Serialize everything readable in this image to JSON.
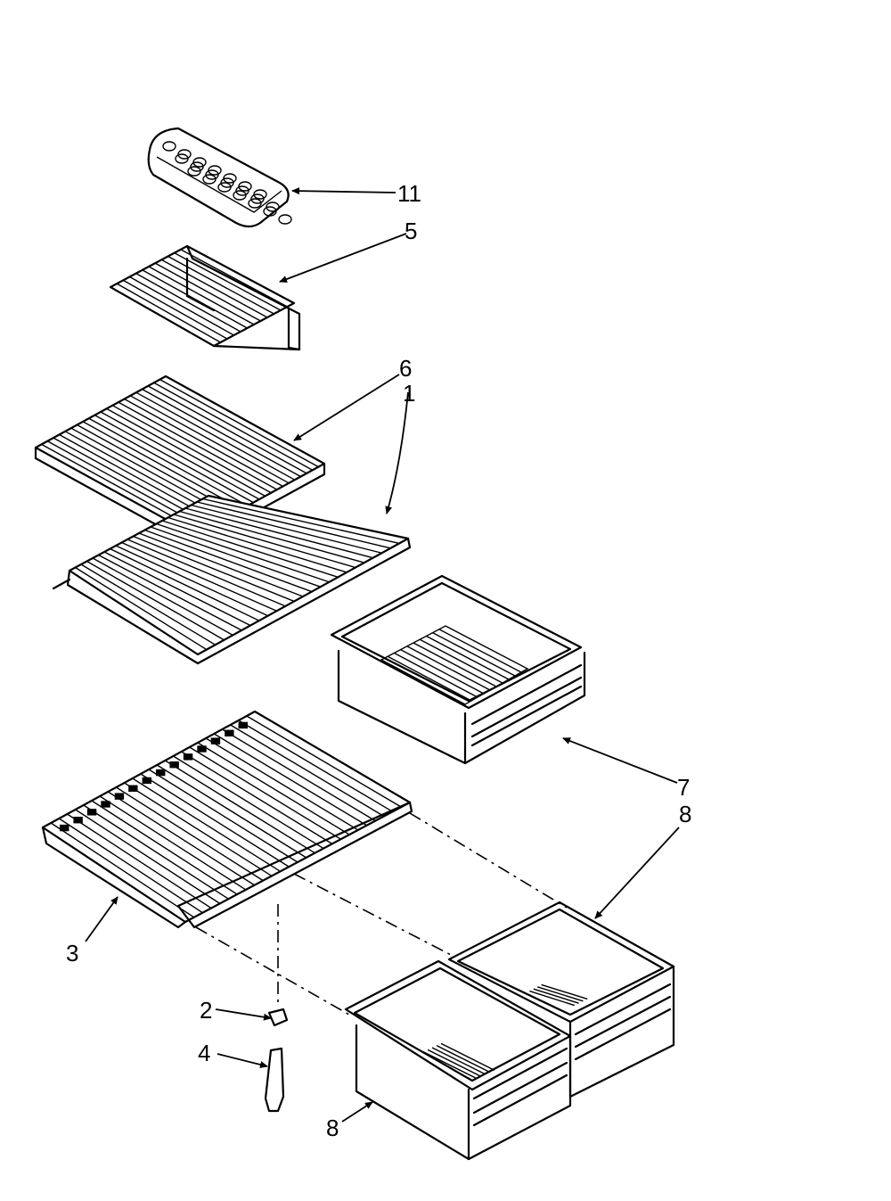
{
  "callouts": {
    "c11": "11",
    "c5": "5",
    "c6": "6",
    "c1": "1",
    "c7": "7",
    "c8a": "8",
    "c3": "3",
    "c2": "2",
    "c4": "4",
    "c8b": "8"
  },
  "parts": [
    {
      "id": "ice-tray",
      "callout": "11"
    },
    {
      "id": "small-wire-shelf",
      "callout": "5"
    },
    {
      "id": "wire-shelf-upper",
      "callout": "6"
    },
    {
      "id": "wire-shelf-lower",
      "callout": "1"
    },
    {
      "id": "freezer-basket",
      "callout": "7"
    },
    {
      "id": "crisper-cover-shelf",
      "callout": "3"
    },
    {
      "id": "crisper-drawer",
      "callout": "8"
    },
    {
      "id": "support-fastener",
      "callout": "2"
    },
    {
      "id": "support-rod",
      "callout": "4"
    }
  ]
}
